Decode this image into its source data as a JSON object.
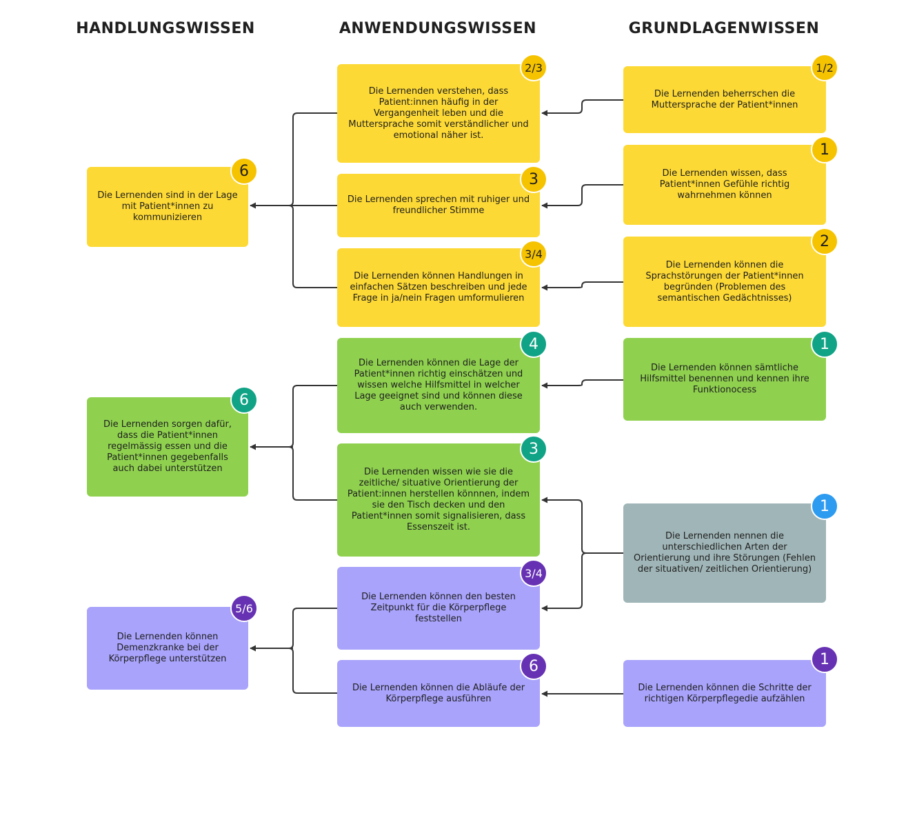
{
  "headers": {
    "handlung": "HANDLUNGSWISSEN",
    "anwendung": "ANWENDUNGSWISSEN",
    "grundlagen": "GRUNDLAGENWISSEN"
  },
  "boxes": {
    "h1": {
      "text": "Die Lernenden sind in der Lage mit Patient*innen zu kommunizieren",
      "badge": "6"
    },
    "h2": {
      "text": "Die Lernenden sorgen dafür, dass die Patient*innen regelmässig essen und die Patient*innen gegebenfalls auch dabei unterstützen",
      "badge": "6"
    },
    "h3": {
      "text": "Die Lernenden können Demenzkranke bei der Körperpflege unterstützen",
      "badge": "5/6"
    },
    "a1": {
      "text": "Die Lernenden verstehen, dass Patient:innen häufig in der Vergangenheit leben und die Muttersprache somit verständlicher und emotional näher ist.",
      "badge": "2/3"
    },
    "a2": {
      "text": "Die Lernenden sprechen mit ruhiger und freundlicher Stimme",
      "badge": "3"
    },
    "a3": {
      "text": "Die Lernenden können Handlungen in einfachen Sätzen beschreiben und jede Frage in ja/nein Fragen umformulieren",
      "badge": "3/4"
    },
    "a4": {
      "text": "Die Lernenden können die Lage der Patient*innen richtig einschätzen und wissen welche Hilfsmittel in welcher Lage geeignet sind und können diese auch verwenden.",
      "badge": "4"
    },
    "a5": {
      "text": "Die Lernenden wissen wie sie die zeitliche/ situative Orientierung der Patient:innen herstellen könnnen, indem sie den Tisch decken und den Patient*innen somit signalisieren, dass Essenszeit ist.",
      "badge": "3"
    },
    "a6": {
      "text": "Die Lernenden können den besten Zeitpunkt für die Körperpflege feststellen",
      "badge": "3/4"
    },
    "a7": {
      "text": "Die Lernenden können die Abläufe der Körperpflege ausführen",
      "badge": "6"
    },
    "g1": {
      "text": "Die Lernenden beherrschen die Muttersprache der Patient*innen",
      "badge": "1/2"
    },
    "g2": {
      "text": "Die Lernenden wissen, dass Patient*innen Gefühle richtig wahrnehmen können",
      "badge": "1"
    },
    "g3": {
      "text": "Die Lernenden können die Sprachstörungen der Patient*innen begründen (Problemen des semantischen Gedächtnisses)",
      "badge": "2"
    },
    "g4": {
      "text": "Die Lernenden können sämtliche Hilfsmittel benennen und kennen ihre Funktionocess",
      "badge": "1"
    },
    "g5": {
      "text": "Die Lernenden nennen die unterschiedlichen Arten der Orientierung und ihre Störungen (Fehlen der situativen/ zeitlichen Orientierung)",
      "badge": "1"
    },
    "g6": {
      "text": "Die Lernenden können die Schritte der richtigen Körperpflegedie aufzählen",
      "badge": "1"
    }
  },
  "colors": {
    "yellow": "#fdd935",
    "green": "#8fd14f",
    "grey": "#a0b5b7",
    "purple": "#a9a3fb",
    "badge_yellow": "#f6c300",
    "badge_teal": "#11a386",
    "badge_blue": "#2d9bf0",
    "badge_purple": "#6631b3"
  },
  "connections": [
    {
      "from": "g1",
      "to": "a1"
    },
    {
      "from": "g2",
      "to": "a2"
    },
    {
      "from": "g3",
      "to": "a3"
    },
    {
      "from": "g4",
      "to": "a4"
    },
    {
      "from": "g5",
      "to": "a5"
    },
    {
      "from": "g5",
      "to": "a6"
    },
    {
      "from": "g6",
      "to": "a7"
    },
    {
      "from": "a1",
      "to": "h1"
    },
    {
      "from": "a2",
      "to": "h1"
    },
    {
      "from": "a3",
      "to": "h1"
    },
    {
      "from": "a4",
      "to": "h2"
    },
    {
      "from": "a5",
      "to": "h2"
    },
    {
      "from": "a6",
      "to": "h3"
    },
    {
      "from": "a7",
      "to": "h3"
    }
  ]
}
